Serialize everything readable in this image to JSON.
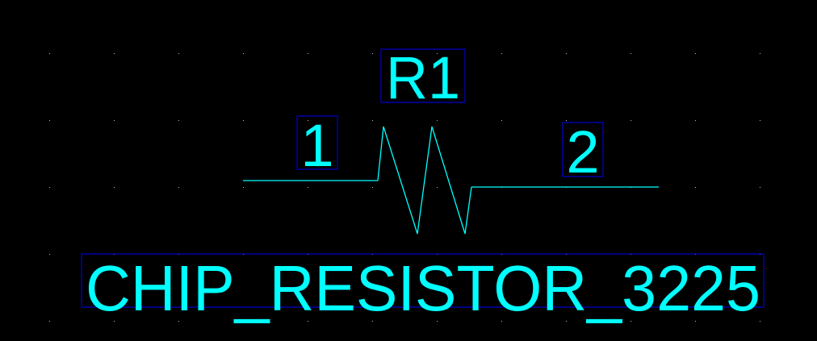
{
  "symbol": {
    "reference": "R1",
    "value": "CHIP_RESISTOR_3225",
    "pin1": "1",
    "pin2": "2"
  },
  "colors": {
    "background": "#000000",
    "graphics": "#00ffff",
    "selection_box": "#0000ff",
    "grid": "#ffffff"
  }
}
